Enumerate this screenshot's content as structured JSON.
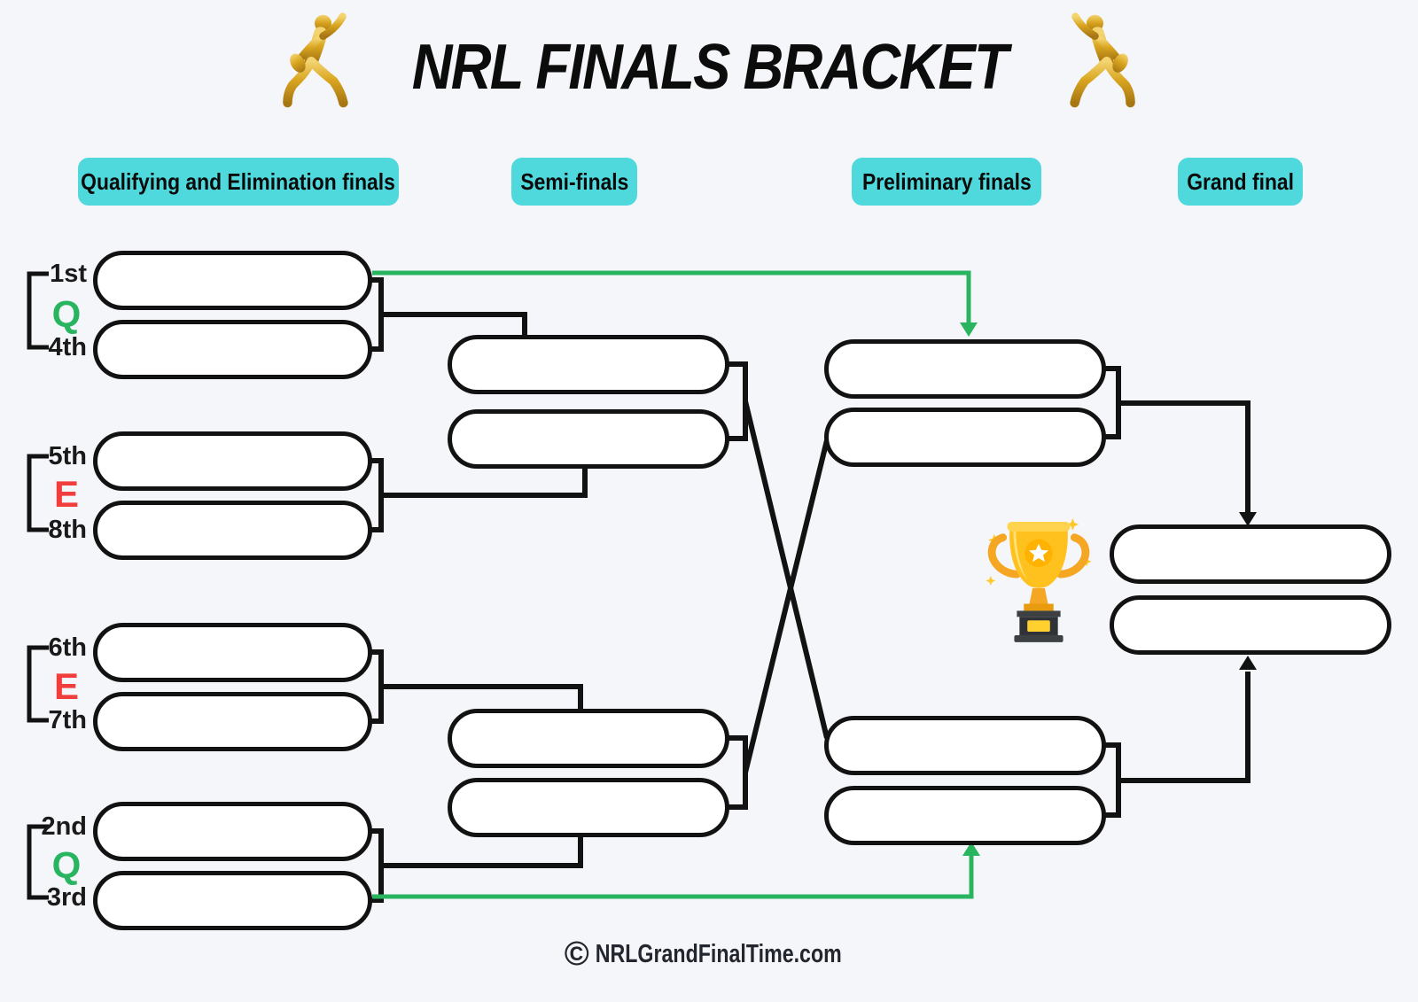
{
  "title": "NRL FINALS BRACKET",
  "columns": {
    "qualifying": "Qualifying and Elimination finals",
    "semi": "Semi-finals",
    "preliminary": "Preliminary finals",
    "grand": "Grand final"
  },
  "matchups": [
    {
      "top_seed": "1st",
      "match_type": "Q",
      "bottom_seed": "4th"
    },
    {
      "top_seed": "5th",
      "match_type": "E",
      "bottom_seed": "8th"
    },
    {
      "top_seed": "6th",
      "match_type": "E",
      "bottom_seed": "7th"
    },
    {
      "top_seed": "2nd",
      "match_type": "Q",
      "bottom_seed": "3rd"
    }
  ],
  "footer": {
    "copyright": "©",
    "site": "NRLGrandFinalTime.com"
  },
  "colors": {
    "page_background": "#f5f6fa",
    "header_teal": "#4fd9dd",
    "qualifying_green": "#29b560",
    "elimination_red": "#f23d3d",
    "line_black": "#121212",
    "pill_fill": "#ffffff",
    "gold": "#d9a520"
  },
  "icons": {
    "left": "rugby-player-icon",
    "right": "rugby-player-icon",
    "center": "trophy-icon"
  }
}
